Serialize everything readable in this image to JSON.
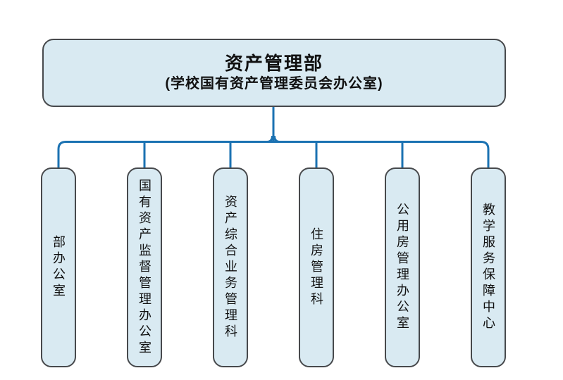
{
  "root": {
    "title": "资产管理部",
    "subtitle": "(学校国有资产管理委员会办公室)"
  },
  "children": [
    {
      "label": "部办公室"
    },
    {
      "label": "国有资产监督管理办公室"
    },
    {
      "label": "资产综合业务管理科"
    },
    {
      "label": "住房管理科"
    },
    {
      "label": "公用房管理办公室"
    },
    {
      "label": "教学服务保障中心"
    }
  ],
  "colors": {
    "box_fill": "#d9eaf2",
    "box_border": "#47494c",
    "connector": "#1b72b2",
    "text": "#111111"
  }
}
